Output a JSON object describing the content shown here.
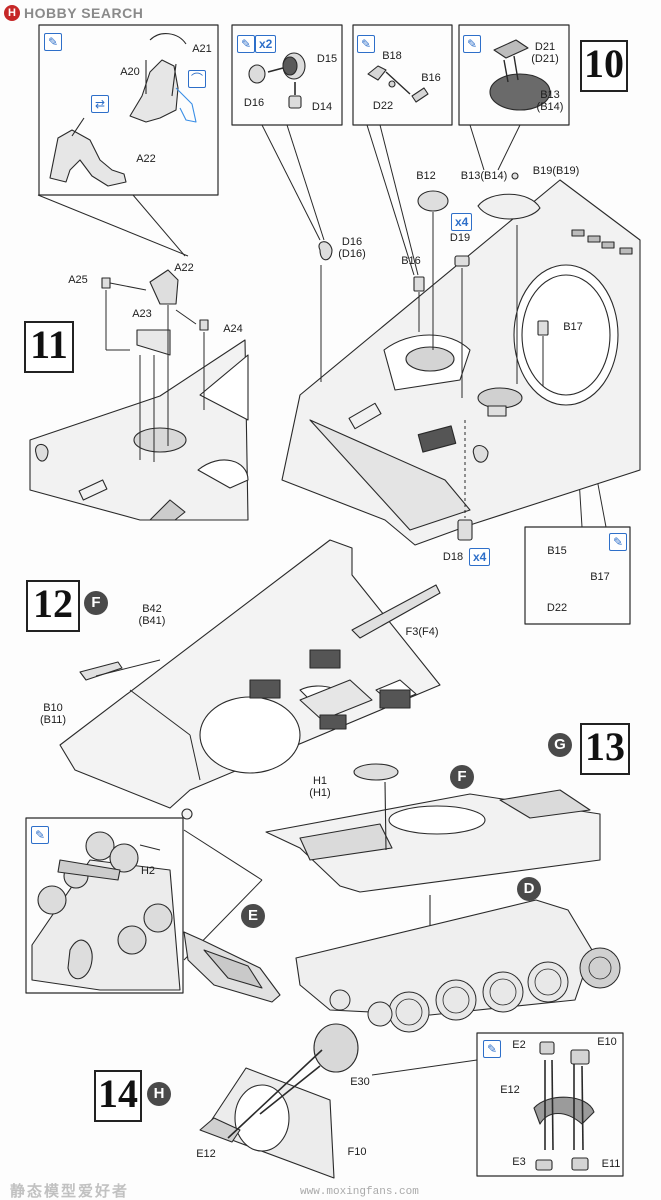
{
  "site": {
    "logo_mark": "H",
    "logo_text": "HOBBY SEARCH"
  },
  "steps": {
    "s10": {
      "number": "10"
    },
    "s11": {
      "number": "11"
    },
    "s12": {
      "number": "12",
      "sub": "F"
    },
    "s13": {
      "number": "13",
      "sub": "G"
    },
    "s14": {
      "number": "14",
      "sub": "H"
    }
  },
  "qty": {
    "q2": "x2",
    "q4a": "x4",
    "q4b": "x4"
  },
  "labels": {
    "A21": "A21",
    "A20": "A20",
    "A22a": "A22",
    "A22b": "A22",
    "A25": "A25",
    "A23": "A23",
    "A24": "A24",
    "D15": "D15",
    "D16": "D16",
    "D14": "D14",
    "B18": "B18",
    "B16a": "B16",
    "D22a": "D22",
    "D21": "D21",
    "D21p": "(D21)",
    "B13": "B13",
    "B14p": "(B14)",
    "B12": "B12",
    "B13b": "B13(B14)",
    "B19": "B19(B19)",
    "D16b": "D16",
    "D16p": "(D16)",
    "D19": "D19",
    "B16b": "B16",
    "B17a": "B17",
    "D18": "D18",
    "B15": "B15",
    "B17b": "B17",
    "D22b": "D22",
    "B42": "B42",
    "B41p": "(B41)",
    "F3": "F3(F4)",
    "B10": "B10",
    "B11p": "(B11)",
    "H1": "H1",
    "H1p": "(H1)",
    "F": "F",
    "H2": "H2",
    "E": "E",
    "D": "D",
    "E2": "E2",
    "E10": "E10",
    "E12a": "E12",
    "E3": "E3",
    "E11": "E11",
    "E30": "E30",
    "E12b": "E12",
    "F10": "F10"
  },
  "footer": {
    "watermark": "静态模型爱好者",
    "url": "www.moxingfans.com"
  },
  "colors": {
    "line": "#2a2a2a",
    "part_fill": "#efefef",
    "highlight": "#6a6a6a",
    "glue_blue": "#2e6fc9",
    "accent_blue": "#3a8ee6"
  }
}
